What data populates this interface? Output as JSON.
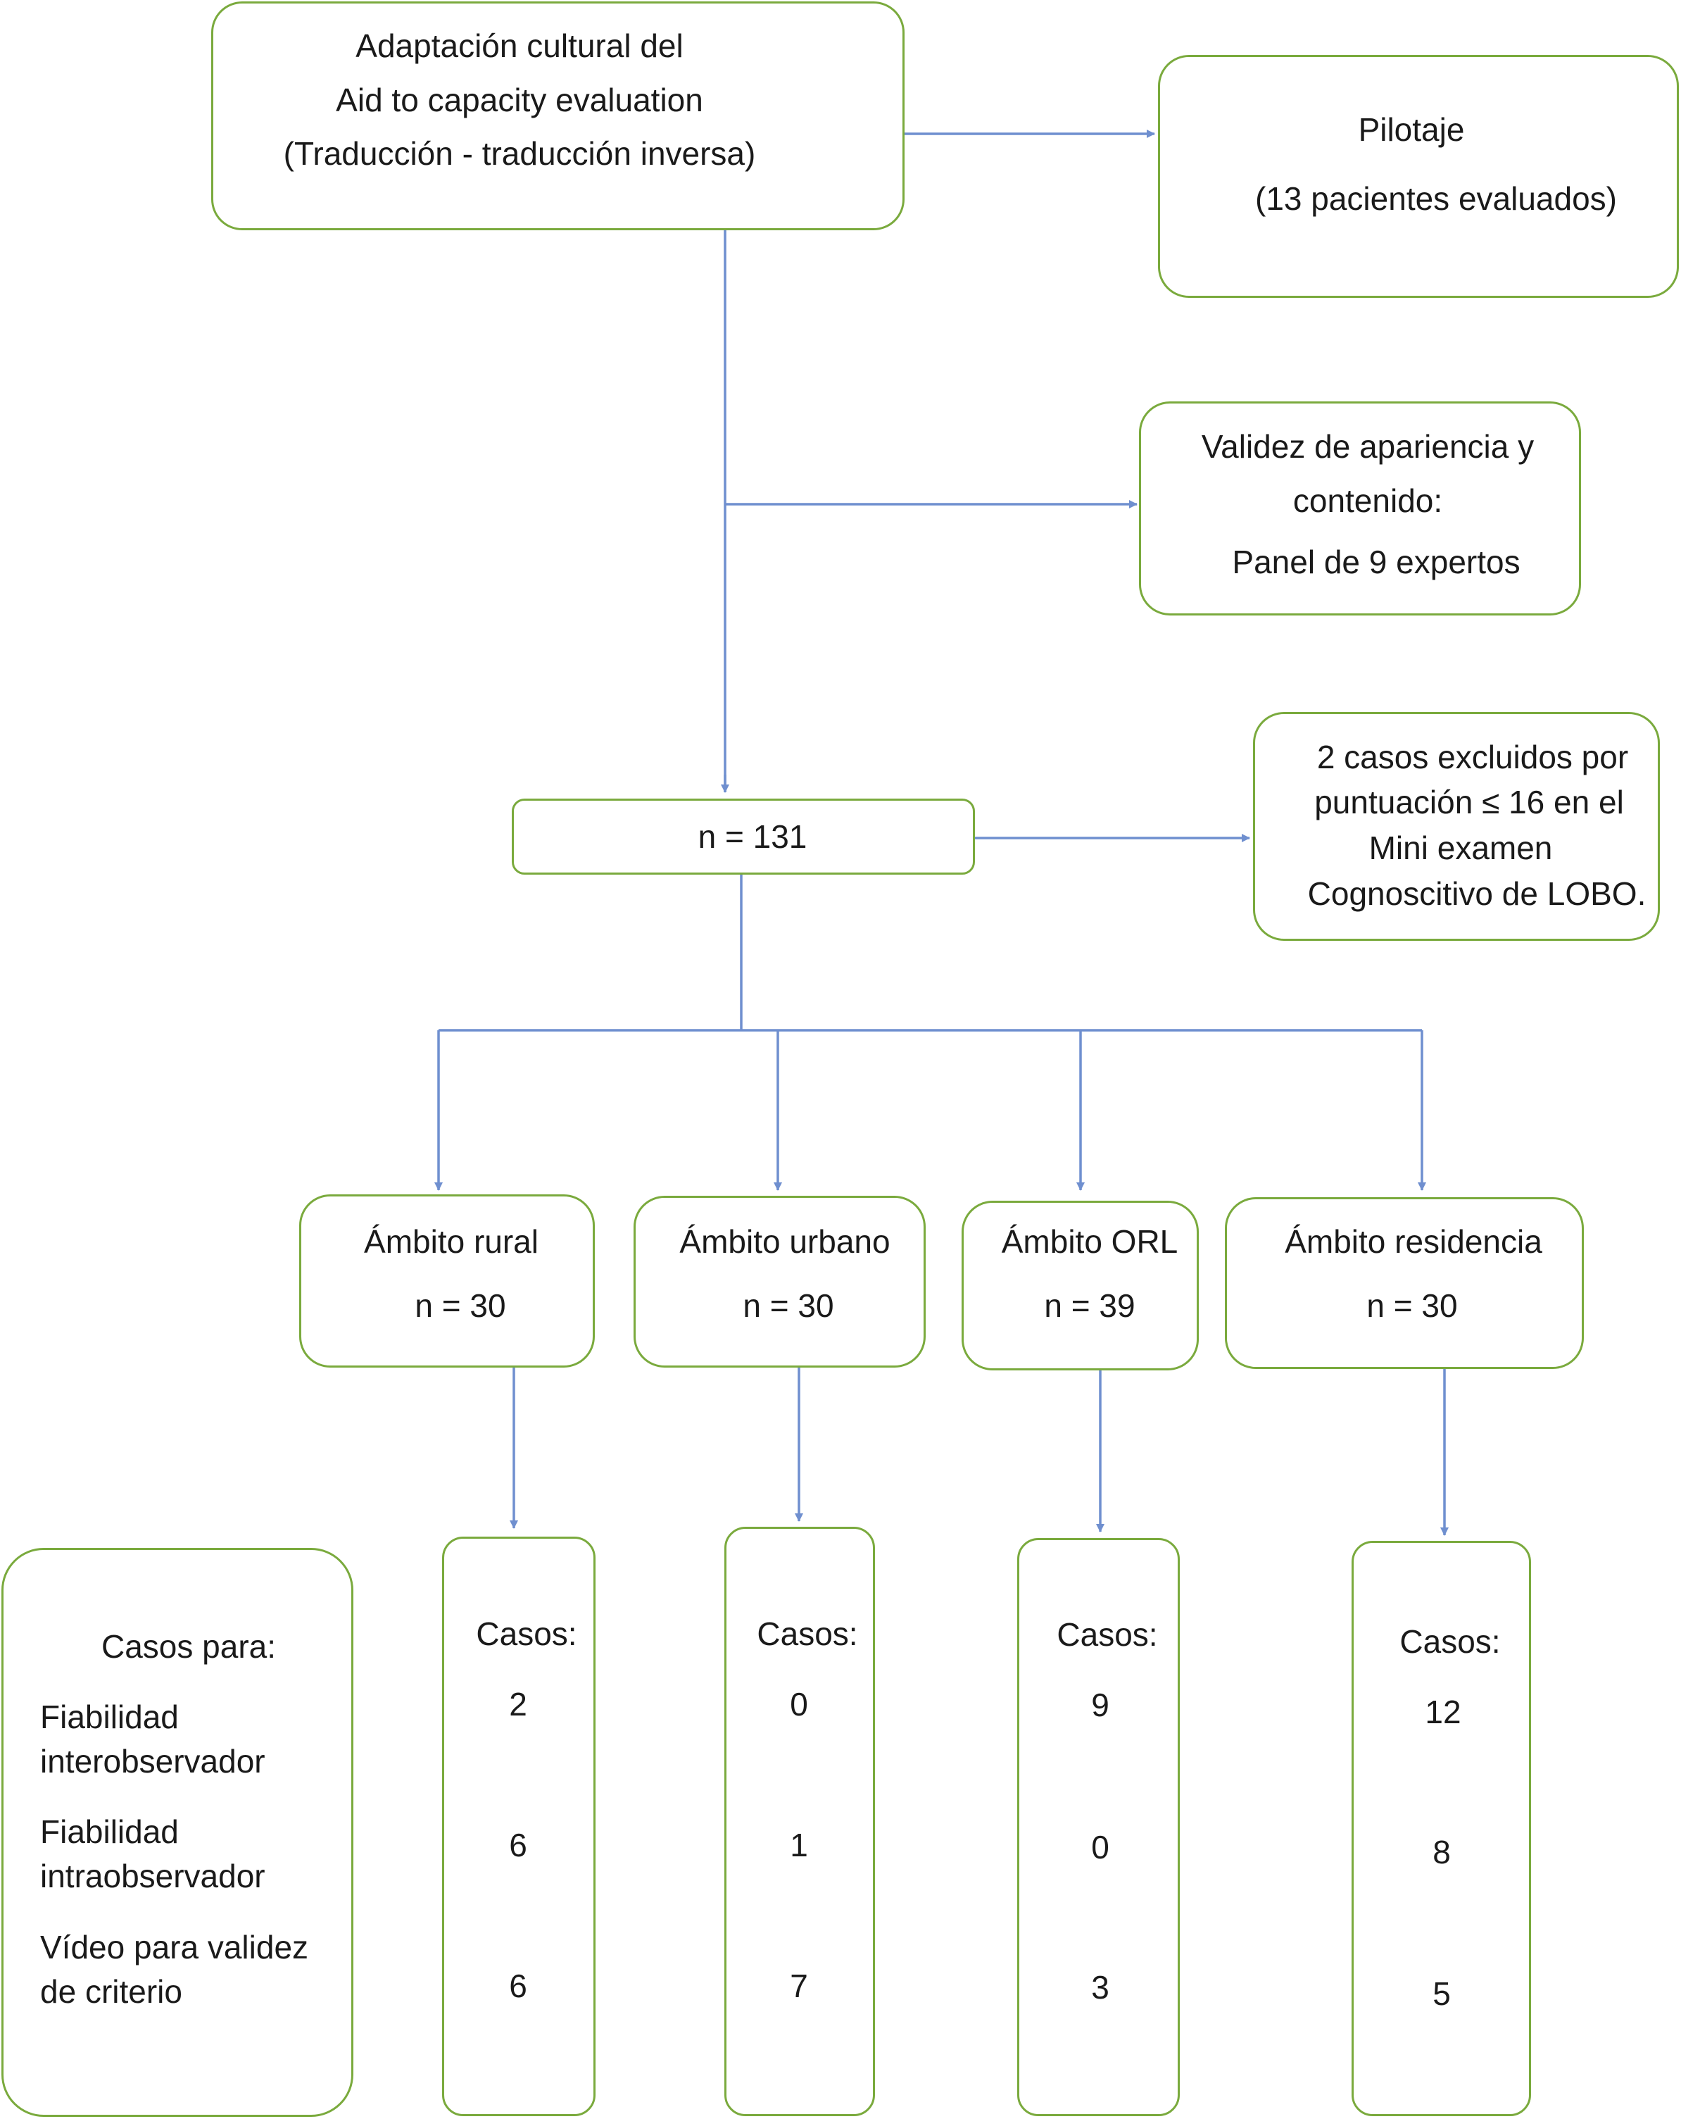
{
  "adaptation": {
    "line1": "Adaptación cultural del",
    "line2": "Aid to capacity evaluation",
    "line3": "(Traducción - traducción inversa)"
  },
  "pilot": {
    "title": "Pilotaje",
    "detail": "(13 pacientes evaluados)"
  },
  "validity": {
    "line1": "Validez de apariencia y",
    "line2": "contenido:",
    "line3": "Panel de 9 expertos"
  },
  "sample": {
    "label": "n = 131"
  },
  "excluded": {
    "line1": "2 casos excluidos por",
    "line2": "puntuación ≤ 16 en el",
    "line3": "Mini examen",
    "line4": "Cognoscitivo de LOBO."
  },
  "settings": [
    {
      "name": "Ámbito rural",
      "n": "n = 30",
      "cases_label": "Casos:",
      "cases": [
        "2",
        "6",
        "6"
      ]
    },
    {
      "name": "Ámbito urbano",
      "n": "n = 30",
      "cases_label": "Casos:",
      "cases": [
        "0",
        "1",
        "7"
      ]
    },
    {
      "name": "Ámbito ORL",
      "n": "n = 39",
      "cases_label": "Casos:",
      "cases": [
        "9",
        "0",
        "3"
      ]
    },
    {
      "name": "Ámbito residencia",
      "n": "n = 30",
      "cases_label": "Casos:",
      "cases": [
        "12",
        "8",
        "5"
      ]
    }
  ],
  "legend": {
    "title": "Casos para:",
    "row1_line1": "Fiabilidad",
    "row1_line2": "interobservador",
    "row2_line1": "Fiabilidad",
    "row2_line2": "intraobservador",
    "row3_line1": "Vídeo para validez",
    "row3_line2": "de criterio"
  },
  "colors": {
    "box_border": "#7aaa3d",
    "arrow": "#6f8fcf"
  }
}
